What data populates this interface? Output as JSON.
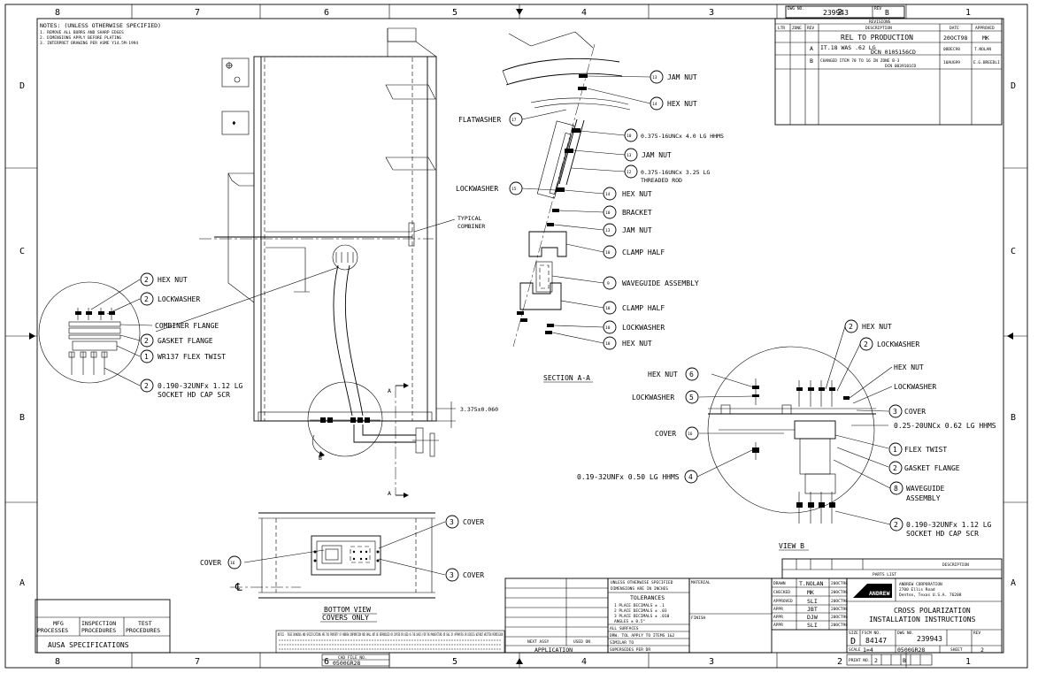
{
  "border": {
    "cols_top": [
      "8",
      "7",
      "6",
      "5",
      "4",
      "3",
      "2",
      "1"
    ],
    "cols_bottom": [
      "8",
      "7",
      "6",
      "5",
      "4",
      "3",
      "2",
      "1"
    ],
    "rows_left": [
      "D",
      "C",
      "B",
      "A"
    ],
    "rows_right": [
      "D",
      "C",
      "B",
      "A"
    ]
  },
  "notes": {
    "title": "NOTES: (UNLESS OTHERWISE SPECIFIED)",
    "items": [
      "1. REMOVE ALL BURRS AND SHARP EDGES",
      "2. DIMENSIONS APPLY BEFORE PLATING",
      "3. INTERPRET DRAWING PER ASME Y14.5M-1994"
    ]
  },
  "doc_box": {
    "number": "239943",
    "rev": "B"
  },
  "revisions": {
    "title": "REVISIONS",
    "headers": [
      "LTR",
      "ZONE",
      "REV",
      "DESCRIPTION",
      "DATE",
      "APPROVED"
    ],
    "rows": [
      {
        "rev": "",
        "desc": "REL TO PRODUCTION",
        "date": "20OCT98",
        "appr": "MK"
      },
      {
        "rev": "A",
        "desc": "IT.18 WAS .62 LG",
        "desc2": "DCN 0105156CD",
        "date": "08DEC98",
        "appr": "T.NOLAN"
      },
      {
        "rev": "B",
        "desc": "CHANGED ITEM 70 TO 16 IN ZONE B-3",
        "desc2": "DCN 0039101CD",
        "date": "10AUG99",
        "appr": "E.G.BREEDLI"
      }
    ]
  },
  "detail_left": {
    "labels": [
      {
        "num": "2",
        "text": "HEX NUT"
      },
      {
        "num": "2",
        "text": "LOCKWASHER"
      },
      {
        "num": "",
        "text": "COMBINER FLANGE"
      },
      {
        "num": "2",
        "text": "GASKET FLANGE"
      },
      {
        "num": "1",
        "text": "WR137 FLEX TWIST"
      },
      {
        "num": "2",
        "text": "0.190-32UNFx 1.12 LG",
        "text2": "SOCKET HD CAP SCR"
      }
    ]
  },
  "main_view": {
    "typical_combiner": [
      "TYPICAL",
      "COMBINER"
    ],
    "dim": "3.375±0.060",
    "section_mark_a": "A",
    "view_mark_b": "B"
  },
  "bottom_view": {
    "labels": [
      {
        "num": "3",
        "text": "COVER"
      },
      {
        "num": "3",
        "text": "COVER"
      },
      {
        "num": "16",
        "text": "COVER"
      }
    ],
    "caption": [
      "BOTTOM VIEW",
      "COVERS ONLY"
    ],
    "cl": "℄"
  },
  "section_aa": {
    "caption": "SECTION A-A",
    "labels": [
      {
        "num": "13",
        "text": "JAM NUT"
      },
      {
        "num": "14",
        "text": "HEX NUT"
      },
      {
        "num": "17",
        "text": "FLATWASHER"
      },
      {
        "num": "10",
        "text": "0.375-16UNCx 4.0 LG HHMS"
      },
      {
        "num": "13",
        "text": "JAM NUT"
      },
      {
        "num": "12",
        "text": "0.375-16UNCx 3.25 LG",
        "text2": "THREADED ROD"
      },
      {
        "num": "15",
        "text": "LOCKWASHER"
      },
      {
        "num": "14",
        "text": "HEX NUT"
      },
      {
        "num": "10",
        "text": "BRACKET"
      },
      {
        "num": "13",
        "text": "JAM NUT"
      },
      {
        "num": "10",
        "text": "CLAMP HALF"
      },
      {
        "num": "9",
        "text": "WAVEGUIDE ASSEMBLY"
      },
      {
        "num": "10",
        "text": "CLAMP HALF"
      },
      {
        "num": "10",
        "text": "LOCKWASHER"
      },
      {
        "num": "10",
        "text": "HEX NUT"
      }
    ]
  },
  "view_b": {
    "caption": "VIEW B",
    "labels": [
      {
        "num": "2",
        "text": "HEX NUT"
      },
      {
        "num": "2",
        "text": "LOCKWASHER"
      },
      {
        "num": "",
        "text": "HEX NUT"
      },
      {
        "num": "",
        "text": "LOCKWASHER"
      },
      {
        "num": "6",
        "text": "HEX NUT"
      },
      {
        "num": "5",
        "text": "LOCKWASHER"
      },
      {
        "num": "3",
        "text": "COVER"
      },
      {
        "num": "",
        "text": "0.25-20UNCx 0.62 LG HHMS"
      },
      {
        "num": "16",
        "text": "COVER"
      },
      {
        "num": "1",
        "text": "FLEX TWIST"
      },
      {
        "num": "2",
        "text": "GASKET FLANGE"
      },
      {
        "num": "4",
        "text": "0.19-32UNFx 0.50 LG HHMS"
      },
      {
        "num": "8",
        "text": "WAVEGUIDE",
        "text2": "ASSEMBLY"
      },
      {
        "num": "2",
        "text": "0.190-32UNFx 1.12 LG",
        "text2": "SOCKET HD CAP SCR"
      }
    ]
  },
  "parts_list": {
    "title": "PARTS LIST",
    "desc_header": "DESCRIPTION"
  },
  "spec_block": {
    "cells": [
      "MFG PROCESSES",
      "INSPECTION PROCEDURES",
      "TEST PROCEDURES"
    ],
    "title": "AUSA SPECIFICATIONS"
  },
  "proprietary": "NOTICE - THESE DRAWINGS AND SPECIFICATIONS ARE THE PROPERTY OF ANDREW CORPORATION AND SHALL NOT BE REPRODUCED OR COPIED OR USED AS THE BASIS FOR THE MANUFACTURE OR SALE OF APPARATUS OR DEVICES WITHOUT WRITTEN PERMISSION",
  "application": {
    "next_assy": "NEXT ASSY",
    "used_on": "USED ON",
    "title": "APPLICATION"
  },
  "tolerances": {
    "head": [
      "UNLESS OTHERWISE SPECIFIED",
      "DIMENSIONS ARE IN INCHES"
    ],
    "title": "TOLERANCES",
    "lines": [
      "1 PLACE DECIMALS ± .1",
      "2 PLACE DECIMALS ± .03",
      "3 PLACE DECIMALS ± .010",
      "ANGLES ± 0.5°"
    ],
    "extra": [
      "ALL SURFACES",
      "DRW. TOL APPLY TO ITEMS 1&2",
      "SIMILAR TO",
      "SUPERSEDES PER DR"
    ]
  },
  "material": {
    "material": "MATERIAL",
    "finish": "FINISH"
  },
  "signatures": [
    {
      "role": "DRAWN",
      "name": "T.NOLAN",
      "date": "20OCT98"
    },
    {
      "role": "CHECKED",
      "name": "MK",
      "date": "20OCT98"
    },
    {
      "role": "APPROVED",
      "name": "SLI",
      "date": "20OCT98"
    },
    {
      "role": "APPR",
      "name": "JBT",
      "date": "20OCT98"
    },
    {
      "role": "APPR",
      "name": "DJW",
      "date": "20OCT98"
    },
    {
      "role": "APPR",
      "name": "SLI",
      "date": "20OCT98"
    }
  ],
  "title_block": {
    "company": "ANDREW",
    "company_full": [
      "ANDREW CORPORATION",
      "2700 Ellis Road",
      "Denton, Texas  U.S.A.  76208"
    ],
    "title": [
      "CROSS POLARIZATION",
      "INSTALLATION INSTRUCTIONS"
    ],
    "size": "D",
    "fscm": "84147",
    "dwg_no": "239943",
    "scale": "1=4",
    "cad": "0500GR28",
    "sheet": "2",
    "rev": "B"
  },
  "bottom_label": {
    "top": "CAD FILE NO.",
    "bottom": "0500GR28"
  }
}
